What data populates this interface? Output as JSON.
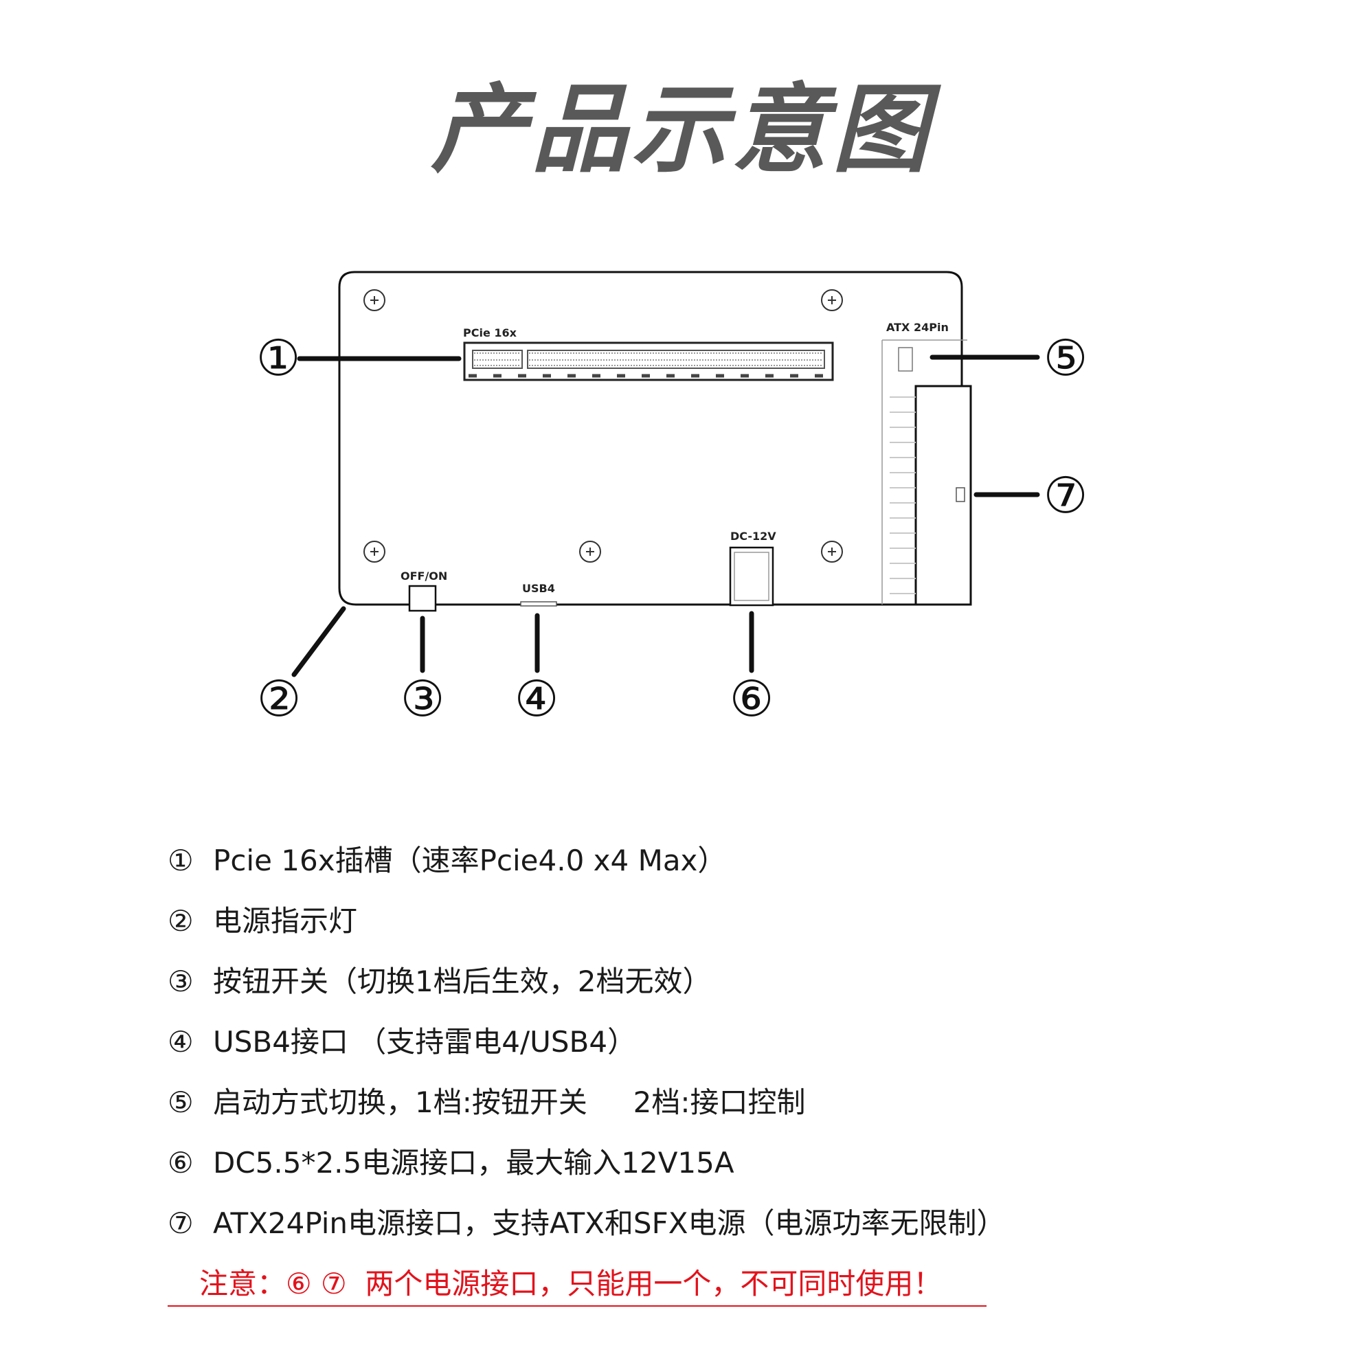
{
  "title": "产品示意图",
  "board": {
    "pcie_label": "PCie 16x",
    "atx_label": "ATX 24Pin",
    "switch_label": "OFF/ON",
    "usb_label": "USB4",
    "dc_label": "DC-12V"
  },
  "callouts": [
    "①",
    "②",
    "③",
    "④",
    "⑤",
    "⑥",
    "⑦"
  ],
  "legend": [
    {
      "num": "①",
      "text": "Pcie 16x插槽（速率Pcie4.0 x4 Max）"
    },
    {
      "num": "②",
      "text": "电源指示灯"
    },
    {
      "num": "③",
      "text": "按钮开关（切换1档后生效，2档无效）"
    },
    {
      "num": "④",
      "text": "USB4接口 （支持雷电4/USB4）"
    },
    {
      "num": "⑤",
      "text": "启动方式切换，1档:按钮开关     2档:接口控制"
    },
    {
      "num": "⑥",
      "text": "DC5.5*2.5电源接口，最大输入12V15A"
    },
    {
      "num": "⑦",
      "text": "ATX24Pin电源接口，支持ATX和SFX电源（电源功率无限制）"
    }
  ],
  "warning": "注意：⑥ ⑦  两个电源接口，只能用一个，不可同时使用！",
  "colors": {
    "title": "#595959",
    "warning": "#e3121b",
    "line": "#1a1a1a"
  }
}
